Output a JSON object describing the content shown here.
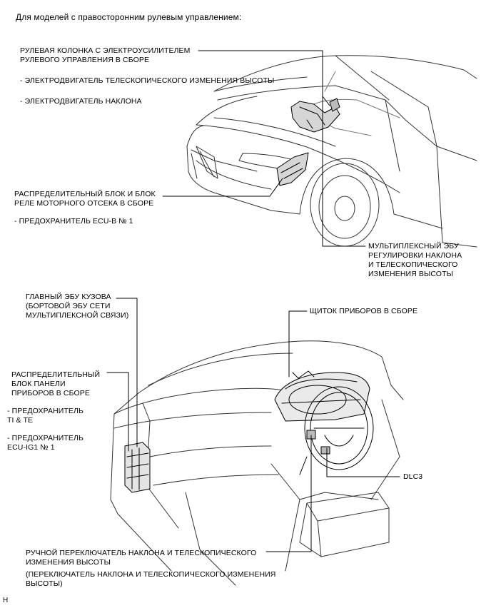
{
  "header": "Для моделей с правосторонним рулевым управлением:",
  "labels": {
    "steering_column": "РУЛЕВАЯ КОЛОНКА С ЭЛЕКТРОУСИЛИТЕЛЕМ\nРУЛЕВОГО УПРАВЛЕНИЯ В СБОРЕ",
    "telescopic_motor": "- ЭЛЕКТРОДВИГАТЕЛЬ ТЕЛЕСКОПИЧЕСКОГО ИЗМЕНЕНИЯ ВЫСОТЫ",
    "tilt_motor": "- ЭЛЕКТРОДВИГАТЕЛЬ НАКЛОНА",
    "engine_room_jb": "РАСПРЕДЕЛИТЕЛЬНЫЙ БЛОК И БЛОК\nРЕЛЕ МОТОРНОГО ОТСЕКА В СБОРЕ",
    "ecu_b_fuse": "- ПРЕДОХРАНИТЕЛЬ ECU-B № 1",
    "tilt_tele_ecu": "МУЛЬТИПЛЕКСНЫЙ ЭБУ\nРЕГУЛИРОВКИ НАКЛОНА\nИ ТЕЛЕСКОПИЧЕСКОГО\nИЗМЕНЕНИЯ ВЫСОТЫ",
    "main_body_ecu": "ГЛАВНЫЙ ЭБУ КУЗОВА\n(БОРТОВОЙ ЭБУ СЕТИ\nМУЛЬТИПЛЕКСНОЙ СВЯЗИ)",
    "combination_meter": "ЩИТОК ПРИБОРОВ В СБОРЕ",
    "instrument_panel_jb": "РАСПРЕДЕЛИТЕЛЬНЫЙ\nБЛОК ПАНЕЛИ\nПРИБОРОВ В СБОРЕ",
    "ti_te_fuse": "- ПРЕДОХРАНИТЕЛЬ\nTI & TE",
    "ecu_ig1_fuse": "- ПРЕДОХРАНИТЕЛЬ\nECU-IG1 № 1",
    "dlc3": "DLC3",
    "tilt_tele_switch": "РУЧНОЙ ПЕРЕКЛЮЧАТЕЛЬ НАКЛОНА И ТЕЛЕСКОПИЧЕСКОГО\nИЗМЕНЕНИЯ ВЫСОТЫ",
    "tilt_tele_switch_alt": "(ПЕРЕКЛЮЧАТЕЛЬ НАКЛОНА И ТЕЛЕСКОПИЧЕСКОГО ИЗМЕНЕНИЯ\nВЫСОТЫ)",
    "corner_mark": "H"
  }
}
